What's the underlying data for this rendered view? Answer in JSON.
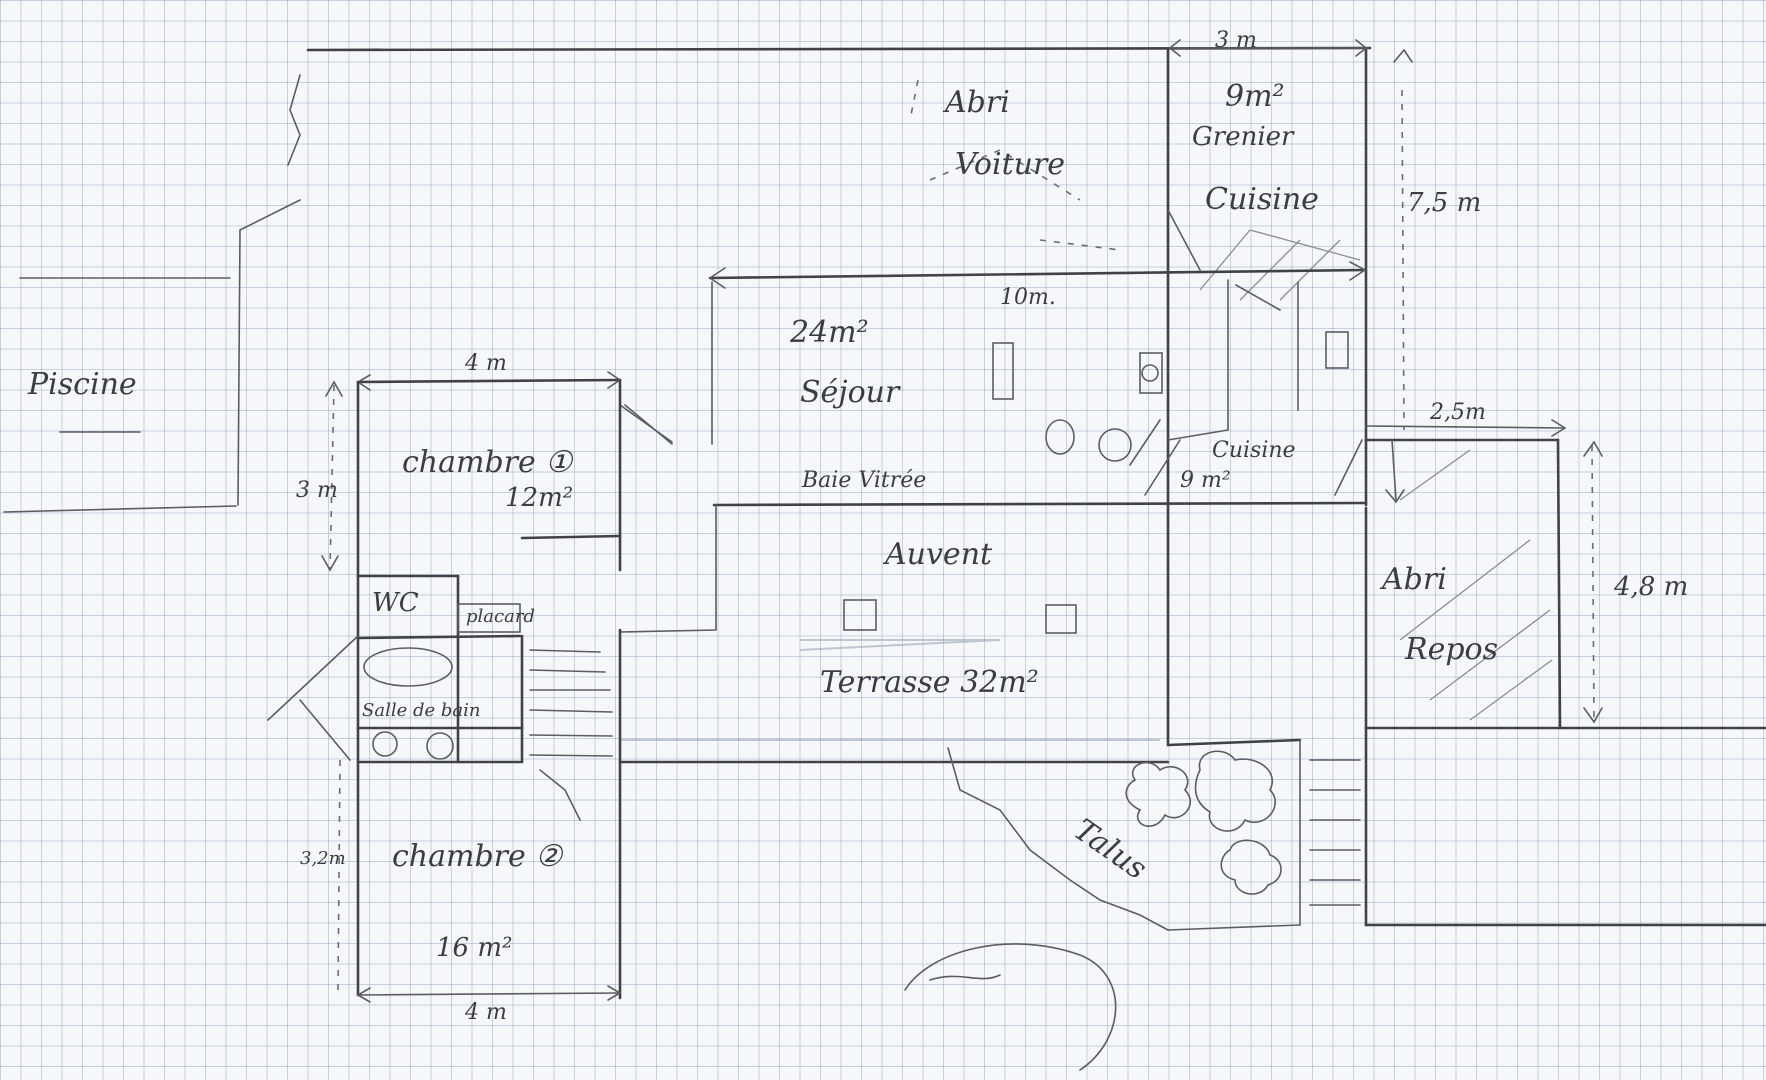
{
  "labels": {
    "piscine": "Piscine",
    "abri_voiture_1": "Abri",
    "abri_voiture_2": "Voiture",
    "cuisine_top_area": "9m²",
    "cuisine_top_scribble": "Grenier",
    "cuisine_top": "Cuisine",
    "dim_3m_top": "3 m",
    "dim_7_5m": "7,5 m",
    "dim_10m": "10m.",
    "sejour_area": "24m²",
    "sejour": "Séjour",
    "baie_vitree": "Baie Vitrée",
    "cuisine_mid": "Cuisine",
    "cuisine_mid_area": "9 m²",
    "dim_2_5m": "2,5m",
    "auvent": "Auvent",
    "terrasse": "Terrasse 32m²",
    "abri_repos_1": "Abri",
    "abri_repos_2": "Repos",
    "dim_4_8m": "4,8 m",
    "dim_4m_top": "4 m",
    "dim_3m_left": "3 m",
    "chambre1": "chambre ①",
    "chambre1_area": "12m²",
    "wc": "WC",
    "placard": "placard",
    "salle_de_bain": "Salle de bain",
    "chambre2": "chambre ②",
    "chambre2_area": "16 m²",
    "dim_3_2m": "3,2m",
    "dim_4m_bottom": "4 m",
    "talus": "Talus"
  }
}
